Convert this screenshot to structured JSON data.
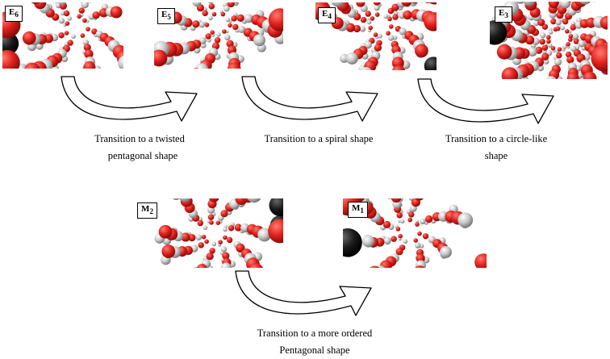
{
  "panels": [
    {
      "id": "E6",
      "main": "E",
      "sub": "6"
    },
    {
      "id": "E5",
      "main": "E",
      "sub": "5"
    },
    {
      "id": "E4",
      "main": "E",
      "sub": "4"
    },
    {
      "id": "E3",
      "main": "E",
      "sub": "3"
    },
    {
      "id": "M2",
      "main": "M",
      "sub": "2"
    },
    {
      "id": "M1",
      "main": "M",
      "sub": "1"
    }
  ],
  "captions": {
    "e6_e5": {
      "line1": "Transition to a twisted",
      "line2": "pentagonal shape"
    },
    "e5_e4": {
      "line1": "Transition to a spiral shape"
    },
    "e4_e3": {
      "line1": "Transition to a circle-like",
      "line2": "shape"
    },
    "m2_m1": {
      "line1": "Transition to a  more ordered",
      "line2": "Pentagonal shape"
    }
  },
  "colors": {
    "oxygen": "#e0201c",
    "hydrogen": "#c8c8c8",
    "dark": "#1a1a1a"
  }
}
